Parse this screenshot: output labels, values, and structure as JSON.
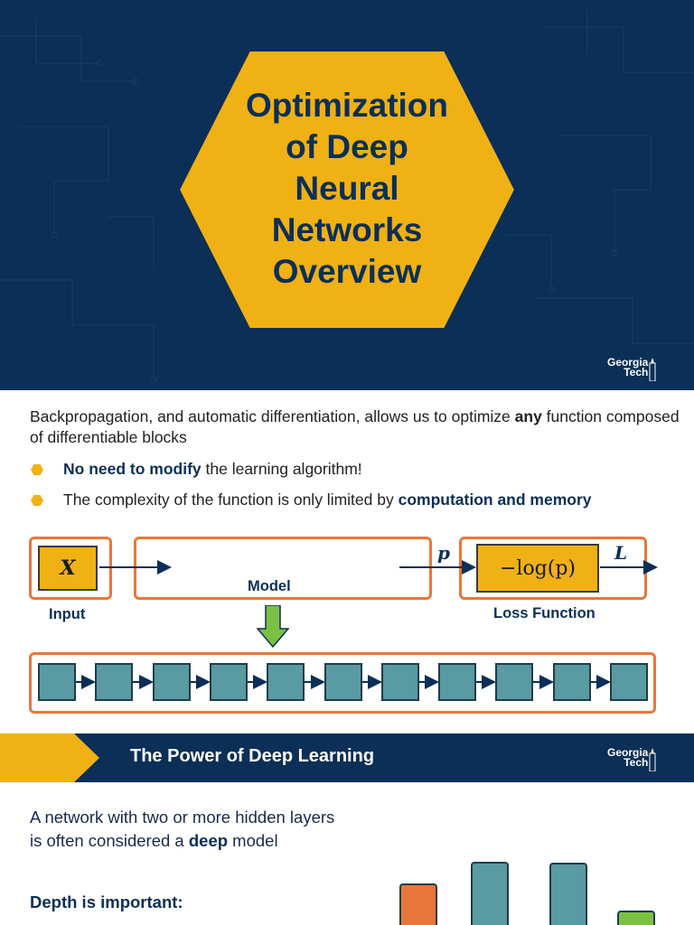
{
  "title_slide": {
    "title": "Optimization\nof Deep\nNeural\nNetworks\nOverview",
    "logo": {
      "line1": "Georgia",
      "line2": "Tech"
    }
  },
  "backprop_slide": {
    "intro_part1": "Backpropagation, and automatic differentiation, allows us to optimize ",
    "intro_bold": "any",
    "intro_part2": " function composed of differentiable blocks",
    "bullets": [
      {
        "bold": "No need to modify",
        "text": " the learning algorithm!"
      },
      {
        "text": "The complexity of the function is only limited by ",
        "bold": "computation and memory"
      }
    ],
    "diagram": {
      "input_symbol": "X",
      "input_label": "Input",
      "model_label": "Model",
      "p_label": "p",
      "loss_expression": "−log(p)",
      "loss_output": "L",
      "loss_label": "Loss Function",
      "layer_count": 11
    }
  },
  "power_slide": {
    "header_title": "The Power of Deep Learning",
    "logo": {
      "line1": "Georgia",
      "line2": "Tech"
    },
    "text_part1": "A network with two or more hidden layers is often considered a ",
    "text_bold": "deep",
    "text_part2": " model",
    "depth_heading": "Depth is important:"
  },
  "colors": {
    "navy": "#0b2f57",
    "gold": "#f0b114",
    "orange": "#e8773c",
    "teal": "#5a9aa2",
    "green": "#7ac143"
  }
}
